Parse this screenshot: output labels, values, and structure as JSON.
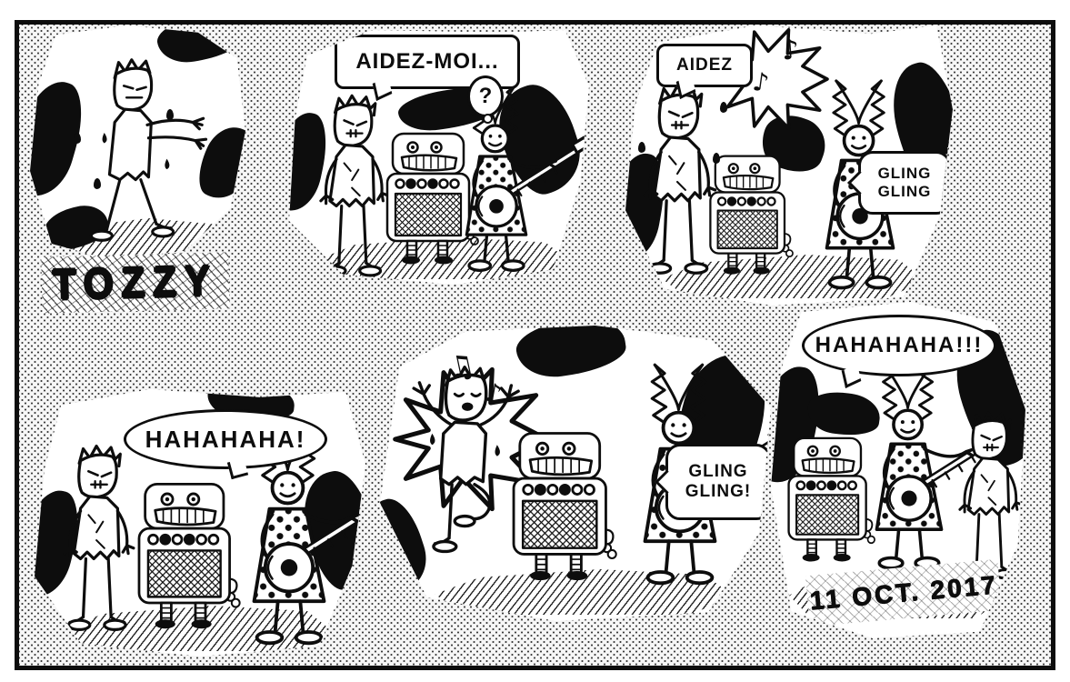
{
  "comic": {
    "title": "TOZZY",
    "signature_date": "11 OCT. 2017",
    "ink_color": "#0d0d0d",
    "paper_color": "#ffffff",
    "icons": {
      "music_note": "♪",
      "music_note_beamed": "♫"
    },
    "panels": [
      {
        "name": "panel-1",
        "alt": "A dripping swamp zombie shambles forward with arms outstretched."
      },
      {
        "name": "panel-2",
        "speech": "AIDEZ-MOI...",
        "question_mark": "?",
        "alt": "The zombie begs for help beside an amp-monster; a zigzag-haired guitarist is puzzled."
      },
      {
        "name": "panel-3",
        "speech": "AIDEZ",
        "sfx": "GLING GLING",
        "alt": "The guitarist strikes up a tune; the sobbing zombie is startled as notes fill the air."
      },
      {
        "name": "panel-4",
        "laugh": "HAHAHAHA!",
        "alt": "The guitarist laughs and plays; the zombie stands glumly by the amp-monster."
      },
      {
        "name": "panel-5",
        "sfx": "GLING GLING!",
        "alt": "The zombie bursts into ecstatic dancing to the music."
      },
      {
        "name": "panel-6",
        "laugh": "HAHAHAHA!!!",
        "alt": "The laughing guitarist pokes the grumpy zombie with the guitar neck."
      }
    ]
  }
}
